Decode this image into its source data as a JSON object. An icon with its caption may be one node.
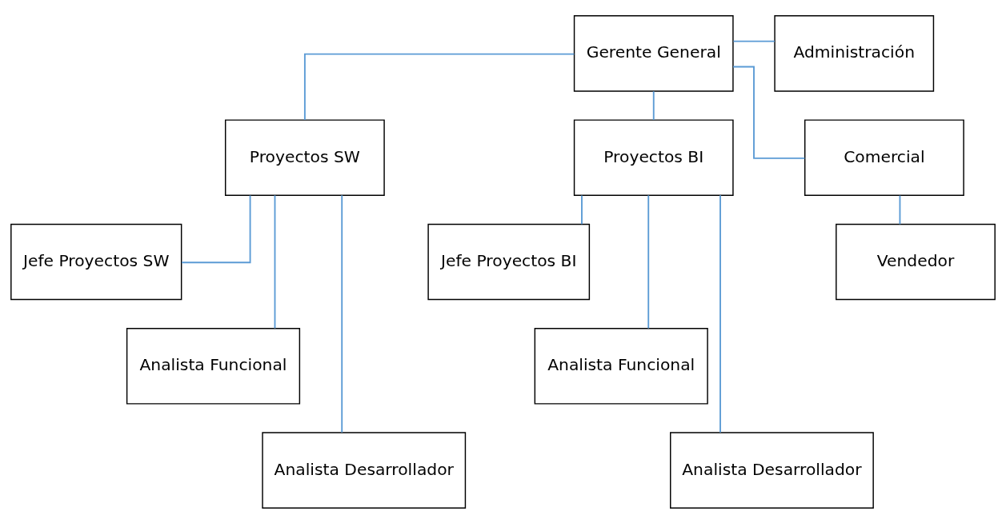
{
  "diagram": {
    "nodes": [
      {
        "text": [
          "Gerente General"
        ]
      },
      {
        "text": [
          "Administración"
        ]
      },
      {
        "text": [
          "Proyectos SW"
        ]
      },
      {
        "text": [
          "Proyectos BI"
        ]
      },
      {
        "text": [
          "Comercial"
        ]
      },
      {
        "text": [
          "Jefe Proyectos SW"
        ]
      },
      {
        "text": [
          "Analista Funcional"
        ]
      },
      {
        "text": [
          "Analista Desarrollador"
        ]
      },
      {
        "text": [
          "Jefe Proyectos BI"
        ]
      },
      {
        "text": [
          "Analista Funcional"
        ]
      },
      {
        "text": [
          "Analista Desarrollador"
        ]
      },
      {
        "text": [
          "Vendedor"
        ]
      }
    ],
    "edges": [
      {
        "from": 0,
        "to": 1,
        "arrow": "none"
      },
      {
        "from": 0,
        "to": 2,
        "arrow": "none"
      },
      {
        "from": 0,
        "to": 3,
        "arrow": "none"
      },
      {
        "from": 0,
        "to": 4,
        "arrow": "none"
      },
      {
        "from": 2,
        "to": 5,
        "arrow": "none"
      },
      {
        "from": 2,
        "to": 6,
        "arrow": "none"
      },
      {
        "from": 2,
        "to": 7,
        "arrow": "none"
      },
      {
        "from": 3,
        "to": 8,
        "arrow": "none"
      },
      {
        "from": 3,
        "to": 9,
        "arrow": "none"
      },
      {
        "from": 3,
        "to": 10,
        "arrow": "none"
      },
      {
        "from": 4,
        "to": 11,
        "arrow": "none"
      }
    ]
  }
}
